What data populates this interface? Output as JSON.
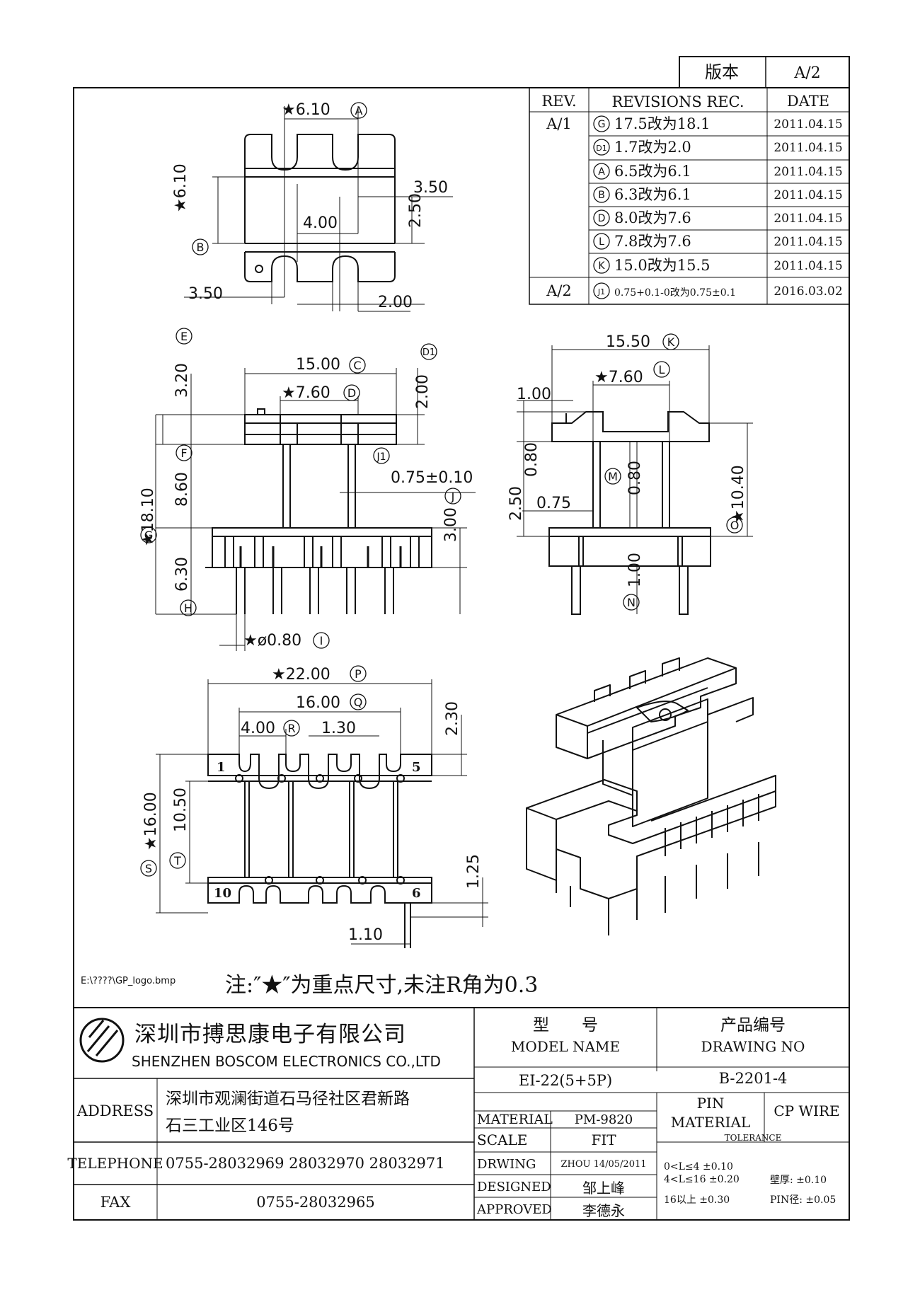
{
  "version_box": {
    "label": "版本",
    "value": "A/2"
  },
  "revisions": {
    "headers": {
      "rev": "REV.",
      "rec": "REVISIONS REC.",
      "date": "DATE"
    },
    "rows": [
      {
        "rev": "A/1",
        "mark": "G",
        "text": "17.5改为18.1",
        "date": "2011.04.15"
      },
      {
        "rev": "",
        "mark": "D1",
        "text": "1.7改为2.0",
        "date": "2011.04.15"
      },
      {
        "rev": "",
        "mark": "A",
        "text": "6.5改为6.1",
        "date": "2011.04.15"
      },
      {
        "rev": "",
        "mark": "B",
        "text": "6.3改为6.1",
        "date": "2011.04.15"
      },
      {
        "rev": "",
        "mark": "D",
        "text": "8.0改为7.6",
        "date": "2011.04.15"
      },
      {
        "rev": "",
        "mark": "L",
        "text": "7.8改为7.6",
        "date": "2011.04.15"
      },
      {
        "rev": "",
        "mark": "K",
        "text": "15.0改为15.5",
        "date": "2011.04.15"
      },
      {
        "rev": "A/2",
        "mark": "J1",
        "text": "0.75+0.1-0改为0.75±0.1",
        "date": "2016.03.02"
      }
    ]
  },
  "dims": {
    "top_view": {
      "a": "★6.10",
      "a_mark": "A",
      "b": "★6.10",
      "b_mark": "B",
      "c": "3.50",
      "d": "2.50",
      "e": "4.00",
      "f": "3.50",
      "g": "2.00"
    },
    "front_view": {
      "w15": "15.00",
      "w15_mark": "C",
      "w76": "★7.60",
      "w76_mark": "D",
      "h320": "3.20",
      "h320_mark": "E",
      "h200": "2.00",
      "h200_mark": "D1",
      "h860": "8.60",
      "h860_mark": "F",
      "h1810": "★18.10",
      "h1810_mark": "G",
      "h630": "6.30",
      "h630_mark": "H",
      "j1_mark": "J1",
      "pin": "0.75±0.10",
      "h300": "3.00",
      "h300_mark": "J",
      "dia": "★ø0.80",
      "dia_mark": "I"
    },
    "side_view": {
      "w1550": "15.50",
      "w1550_mark": "K",
      "w760": "★7.60",
      "w760_mark": "L",
      "h100a": "1.00",
      "h080a": "0.80",
      "h250": "2.50",
      "w075": "0.75",
      "h080b": "0.80",
      "m_mark": "M",
      "h100b": "1.00",
      "n_mark": "N",
      "h1040": "★10.40",
      "h1040_mark": "O"
    },
    "bottom_view": {
      "w22": "★22.00",
      "w22_mark": "P",
      "w16": "16.00",
      "w16_mark": "Q",
      "w4": "4.00",
      "w4_mark": "R",
      "w130": "1.30",
      "h230": "2.30",
      "h16": "★16.00",
      "h16_mark": "S",
      "h1050": "10.50",
      "h1050_mark": "T",
      "h125": "1.25",
      "w110": "1.10",
      "pin1": "1",
      "pin5": "5",
      "pin10": "10",
      "pin6": "6"
    }
  },
  "logo_path": "E:\\????\\GP_logo.bmp",
  "note": "注:″★″为重点尺寸,未注R角为0.3",
  "title_block": {
    "company_cn": "深圳市搏思康电子有限公司",
    "company_en": "SHENZHEN BOSCOM ELECTRONICS CO.,LTD",
    "address_label": "ADDRESS",
    "address_line1": "深圳市观澜街道石马径社区君新路",
    "address_line2": "石三工业区146号",
    "telephone_label": "TELEPHONE",
    "telephone": "0755-28032969 28032970 28032971",
    "fax_label": "FAX",
    "fax": "0755-28032965",
    "model_label_cn": "型　　号",
    "model_label_en": "MODEL NAME",
    "model": "EI-22(5+5P)",
    "drawing_label_cn": "产品编号",
    "drawing_label_en": "DRAWING NO",
    "drawing_no": "B-2201-4",
    "material_label": "MATERIAL",
    "material": "PM-9820",
    "pin_material_label_1": "PIN",
    "pin_material_label_2": "MATERIAL",
    "pin_material": "CP WIRE",
    "scale_label": "SCALE",
    "scale": "FIT",
    "drwing_label": "DRWING",
    "drwing": "ZHOU 14/05/2011",
    "designed_label": "DESIGNED",
    "designed": "邹上峰",
    "approved_label": "APPROVED",
    "approved": "李德永",
    "tolerance_label": "TOLERANCE",
    "tol_1": "0<L≤4 ±0.10",
    "tol_2": "4<L≤16 ±0.20",
    "tol_3": "16以上 ±0.30",
    "wall": "壁厚: ±0.10",
    "pin_dia": "PIN径: ±0.05"
  }
}
